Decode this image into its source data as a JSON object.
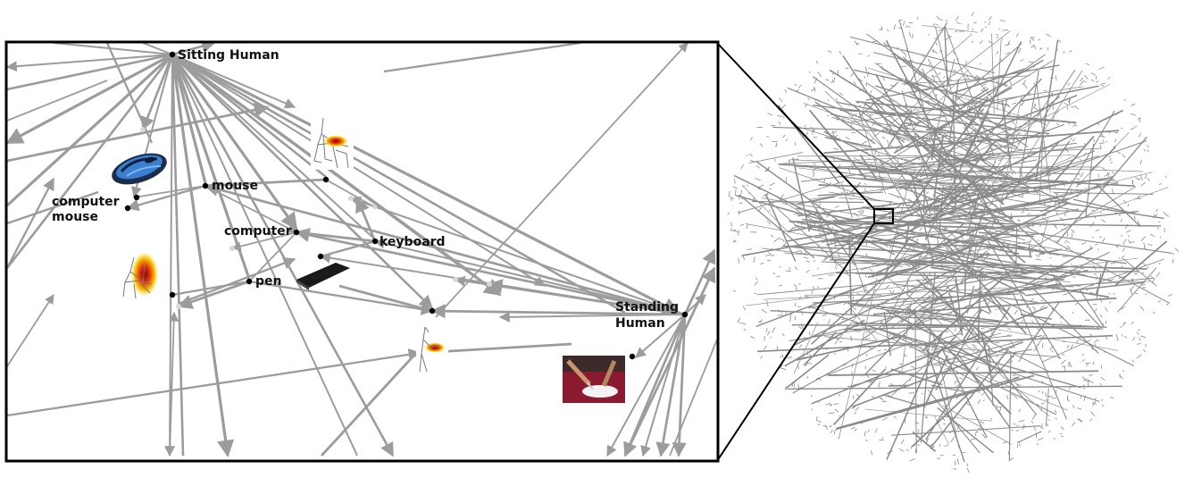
{
  "figure": {
    "nodes": {
      "sitting_human": "Sitting Human",
      "mouse": "mouse",
      "computer_mouse_line1": "computer",
      "computer_mouse_line2": "mouse",
      "computer": "computer",
      "keyboard": "keyboard",
      "pen": "pen",
      "standing_human_line1": "Standing",
      "standing_human_line2": "Human"
    },
    "colors": {
      "edge": "#9c9c9c",
      "node": "#000000",
      "frame": "#000000",
      "heat": "#e03010",
      "mouse_body": "#3a7fd0",
      "keyboard": "#1a1a1a"
    }
  }
}
